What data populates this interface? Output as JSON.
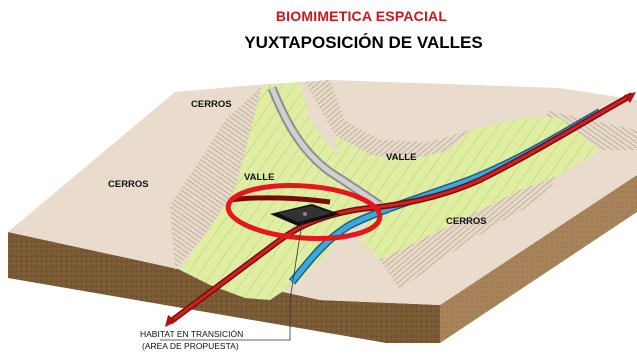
{
  "header": {
    "title": "BIOMIMETICA ESPACIAL",
    "subtitle": "YUXTAPOSICIÓN DE VALLES",
    "title_color": "#d4141b",
    "subtitle_color": "#000000"
  },
  "labels": {
    "hills_top": "CERROS",
    "hills_left": "CERROS",
    "hills_right": "CERROS",
    "valley_left": "VALLE",
    "valley_right": "VALLE"
  },
  "caption": {
    "line1": "HABITAT EN TRANSICIÓN",
    "line2": "(AREA DE PROPUESTA)"
  },
  "colors": {
    "valley": "#dfeea3",
    "hills": "#e9dccc",
    "soil_side": "#7a5a35",
    "river": "#3aa9dc",
    "road": "#b9b9b9",
    "route": "#c01515",
    "highlight": "#e5161c"
  }
}
